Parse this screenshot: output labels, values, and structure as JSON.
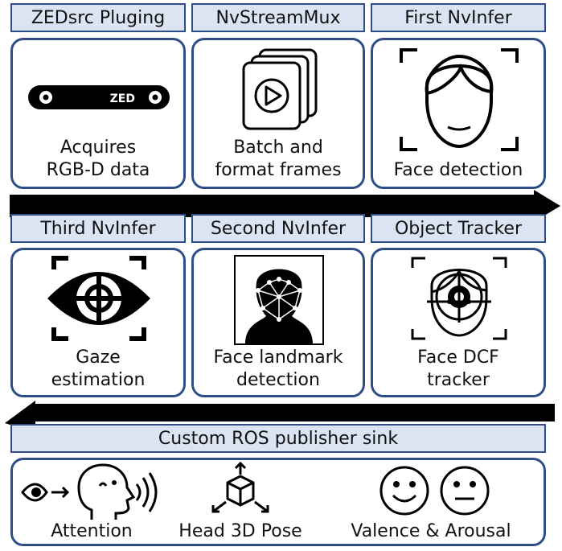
{
  "row1": {
    "headers": [
      "ZEDsrc Pluging",
      "NvStreamMux",
      "First NvInfer"
    ],
    "captions": [
      [
        "Acquires",
        "RGB-D data"
      ],
      [
        "Batch and",
        "format frames"
      ],
      [
        "Face detection"
      ]
    ],
    "camera_label": "ZED"
  },
  "row2": {
    "headers": [
      "Third NvInfer",
      "Second NvInfer",
      "Object Tracker"
    ],
    "captions": [
      [
        "Gaze",
        "estimation"
      ],
      [
        "Face landmark",
        "detection"
      ],
      [
        "Face DCF",
        "tracker"
      ]
    ]
  },
  "sink": {
    "header": "Custom ROS publisher sink",
    "outputs": [
      "Attention",
      "Head 3D Pose",
      "Valence & Arousal"
    ]
  },
  "icons": [
    "zed-camera-icon",
    "video-frames-icon",
    "face-detection-icon",
    "gaze-eye-icon",
    "face-landmark-icon",
    "face-tracker-icon",
    "attention-icon",
    "head-pose-icon",
    "smile-face-icon",
    "neutral-face-icon"
  ]
}
